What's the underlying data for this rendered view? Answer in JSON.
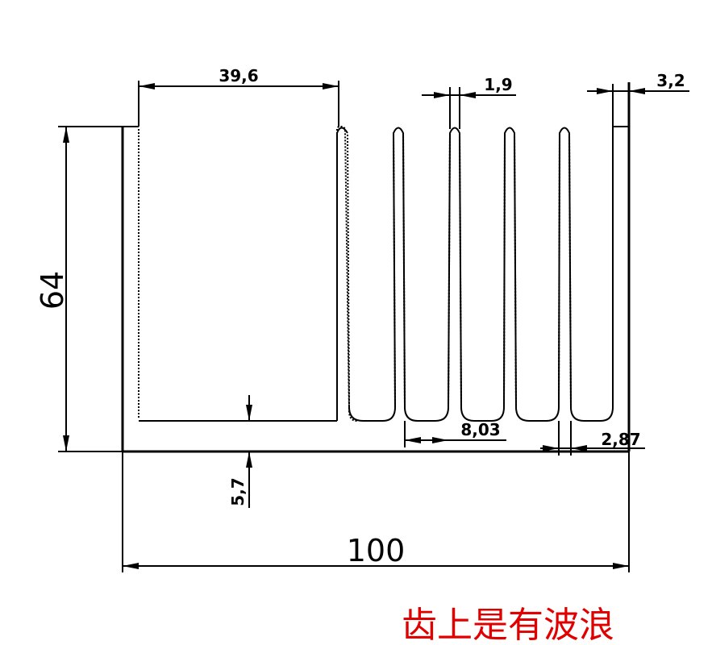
{
  "dimensions": {
    "fin_gap_left": "39,6",
    "fin_thickness_top": "1,9",
    "edge_fin_thickness": "3,2",
    "height": "64",
    "base_thickness": "5,7",
    "fin_pitch": "8,03",
    "fin_root_gap": "2,87",
    "total_width": "100"
  },
  "note": "齿上是有波浪",
  "colors": {
    "line": "#000000",
    "note": "#e00000"
  }
}
